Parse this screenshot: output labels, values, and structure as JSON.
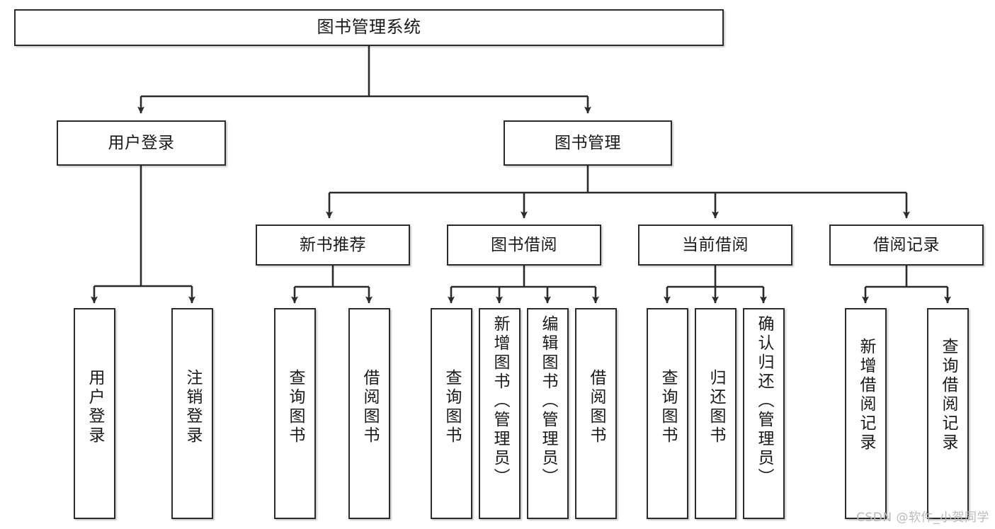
{
  "diagram": {
    "title": "图书管理系统",
    "type": "tree-hierarchy-chart",
    "watermark": "CSDN @软件_小贺同学",
    "colors": {
      "box_border": "#2b2b2b",
      "box_fill": "#ffffff",
      "edge": "#2b2b2b",
      "text": "#1a1a1a",
      "watermark": "#b9b9b9"
    }
  },
  "nodes": {
    "root": {
      "label": "图书管理系统"
    },
    "level2": [
      {
        "id": "user-login",
        "label": "用户登录"
      },
      {
        "id": "book-management",
        "label": "图书管理"
      }
    ],
    "level3": [
      {
        "id": "new-book-recommend",
        "label": "新书推荐"
      },
      {
        "id": "book-borrow",
        "label": "图书借阅"
      },
      {
        "id": "current-borrow",
        "label": "当前借阅"
      },
      {
        "id": "borrow-record",
        "label": "借阅记录"
      }
    ],
    "leaves": {
      "user_login": [
        {
          "id": "leaf-user-login",
          "label": "用户登录"
        },
        {
          "id": "leaf-logout",
          "label": "注销登录"
        }
      ],
      "new_book_recommend": [
        {
          "id": "leaf-query-book-1",
          "label": "查询图书"
        },
        {
          "id": "leaf-borrow-book-1",
          "label": "借阅图书"
        }
      ],
      "book_borrow": [
        {
          "id": "leaf-query-book-2",
          "label": "查询图书"
        },
        {
          "id": "leaf-add-book",
          "label": "新增图书（管理员）"
        },
        {
          "id": "leaf-edit-book",
          "label": "编辑图书（管理员）"
        },
        {
          "id": "leaf-borrow-book-2",
          "label": "借阅图书"
        }
      ],
      "current_borrow": [
        {
          "id": "leaf-query-book-3",
          "label": "查询图书"
        },
        {
          "id": "leaf-return-book",
          "label": "归还图书"
        },
        {
          "id": "leaf-confirm-return",
          "label": "确认归还（管理员）"
        }
      ],
      "borrow_record": [
        {
          "id": "leaf-add-record",
          "label": "新增借阅记录"
        },
        {
          "id": "leaf-query-record",
          "label": "查询借阅记录"
        }
      ]
    }
  }
}
